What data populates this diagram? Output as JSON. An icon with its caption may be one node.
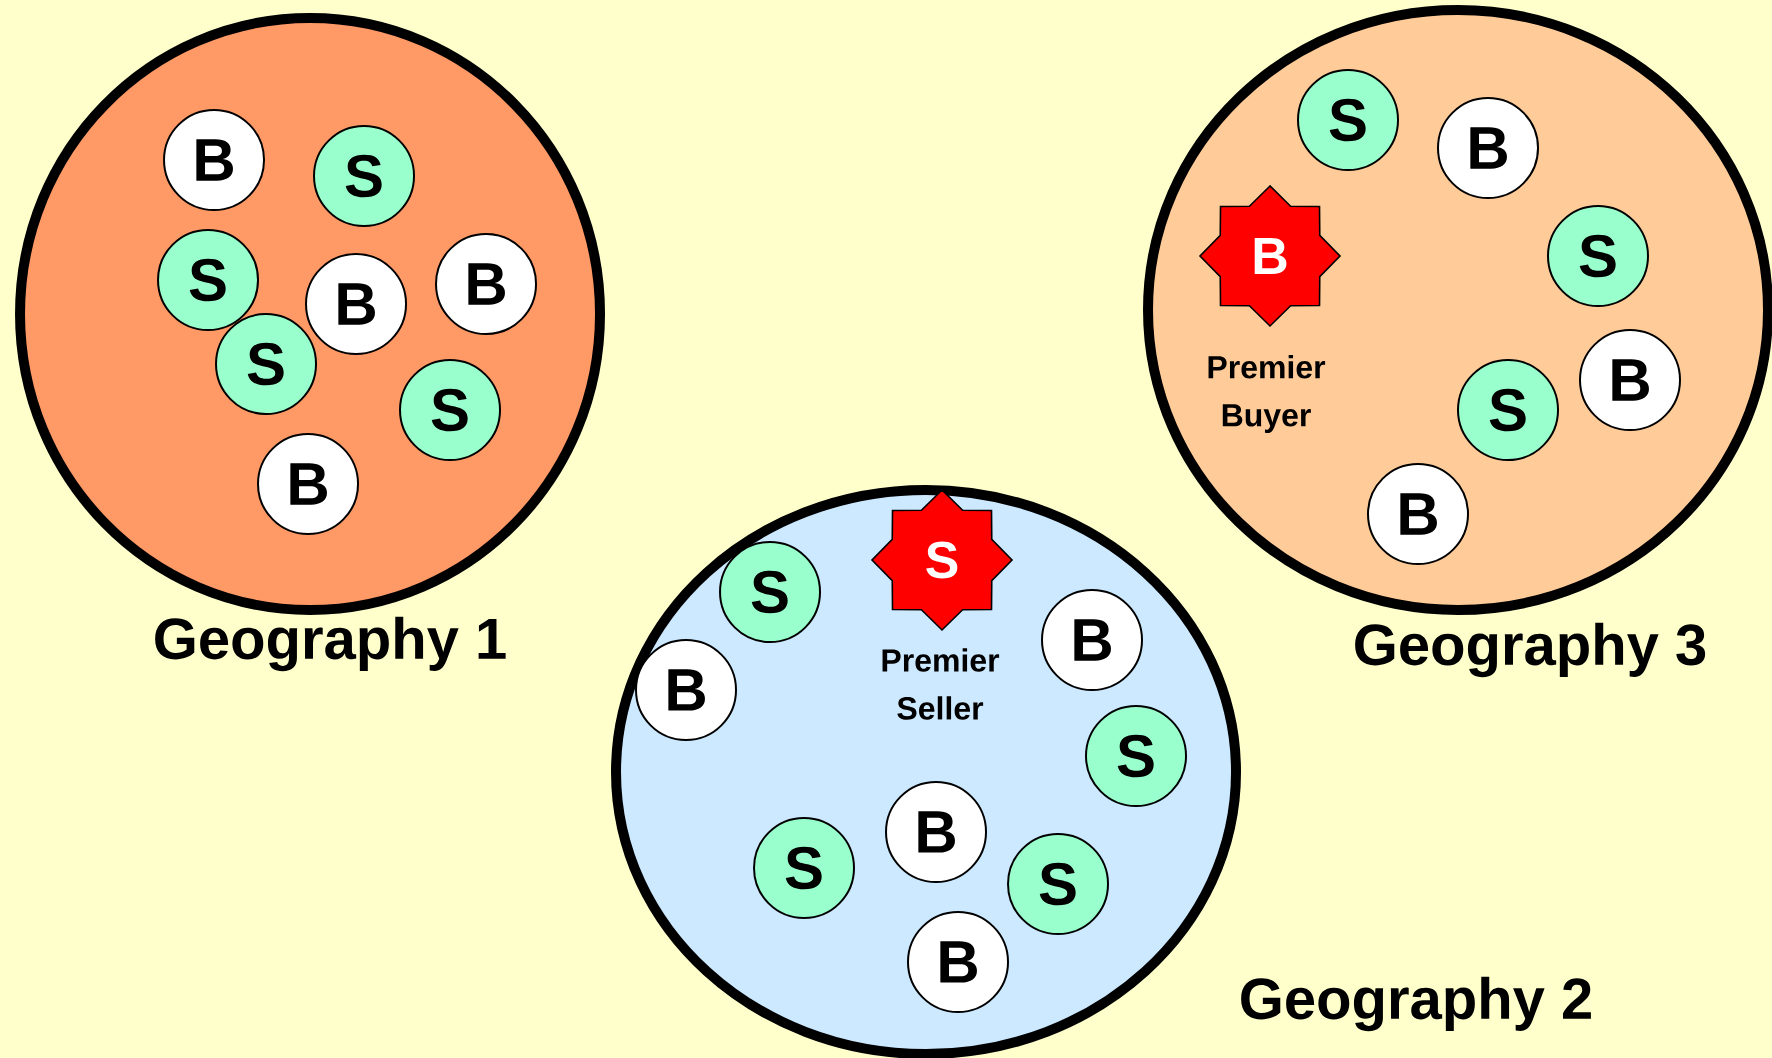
{
  "diagram": {
    "nodes": [
      {
        "text": [
          "Geography 1"
        ]
      },
      {
        "text": [
          "B"
        ],
        "in": 0
      },
      {
        "text": [
          "S"
        ],
        "in": 0
      },
      {
        "text": [
          "S"
        ],
        "in": 0
      },
      {
        "text": [
          "B"
        ],
        "in": 0
      },
      {
        "text": [
          "B"
        ],
        "in": 0
      },
      {
        "text": [
          "S"
        ],
        "in": 0
      },
      {
        "text": [
          "S"
        ],
        "in": 0
      },
      {
        "text": [
          "B"
        ],
        "in": 0
      },
      {
        "text": [
          "Geography 3"
        ]
      },
      {
        "text": [
          "S"
        ],
        "in": 9
      },
      {
        "text": [
          "B"
        ],
        "in": 9
      },
      {
        "text": [
          "B"
        ],
        "in": 9,
        "beside": [
          "Premier Buyer"
        ]
      },
      {
        "text": [
          "S"
        ],
        "in": 9
      },
      {
        "text": [
          "B"
        ],
        "in": 9
      },
      {
        "text": [
          "S"
        ],
        "in": 9
      },
      {
        "text": [
          "B"
        ],
        "in": 9
      },
      {
        "text": [
          "Geography 2"
        ]
      },
      {
        "text": [
          "S"
        ],
        "in": 17,
        "beside": [
          "Premier Seller"
        ]
      },
      {
        "text": [
          "S"
        ],
        "in": 17
      },
      {
        "text": [
          "B"
        ],
        "in": 17
      },
      {
        "text": [
          "B"
        ],
        "in": 17
      },
      {
        "text": [
          "S"
        ],
        "in": 17
      },
      {
        "text": [
          "B"
        ],
        "in": 17
      },
      {
        "text": [
          "S"
        ],
        "in": 17
      },
      {
        "text": [
          "S"
        ],
        "in": 17
      },
      {
        "text": [
          "B"
        ],
        "in": 17
      }
    ]
  }
}
